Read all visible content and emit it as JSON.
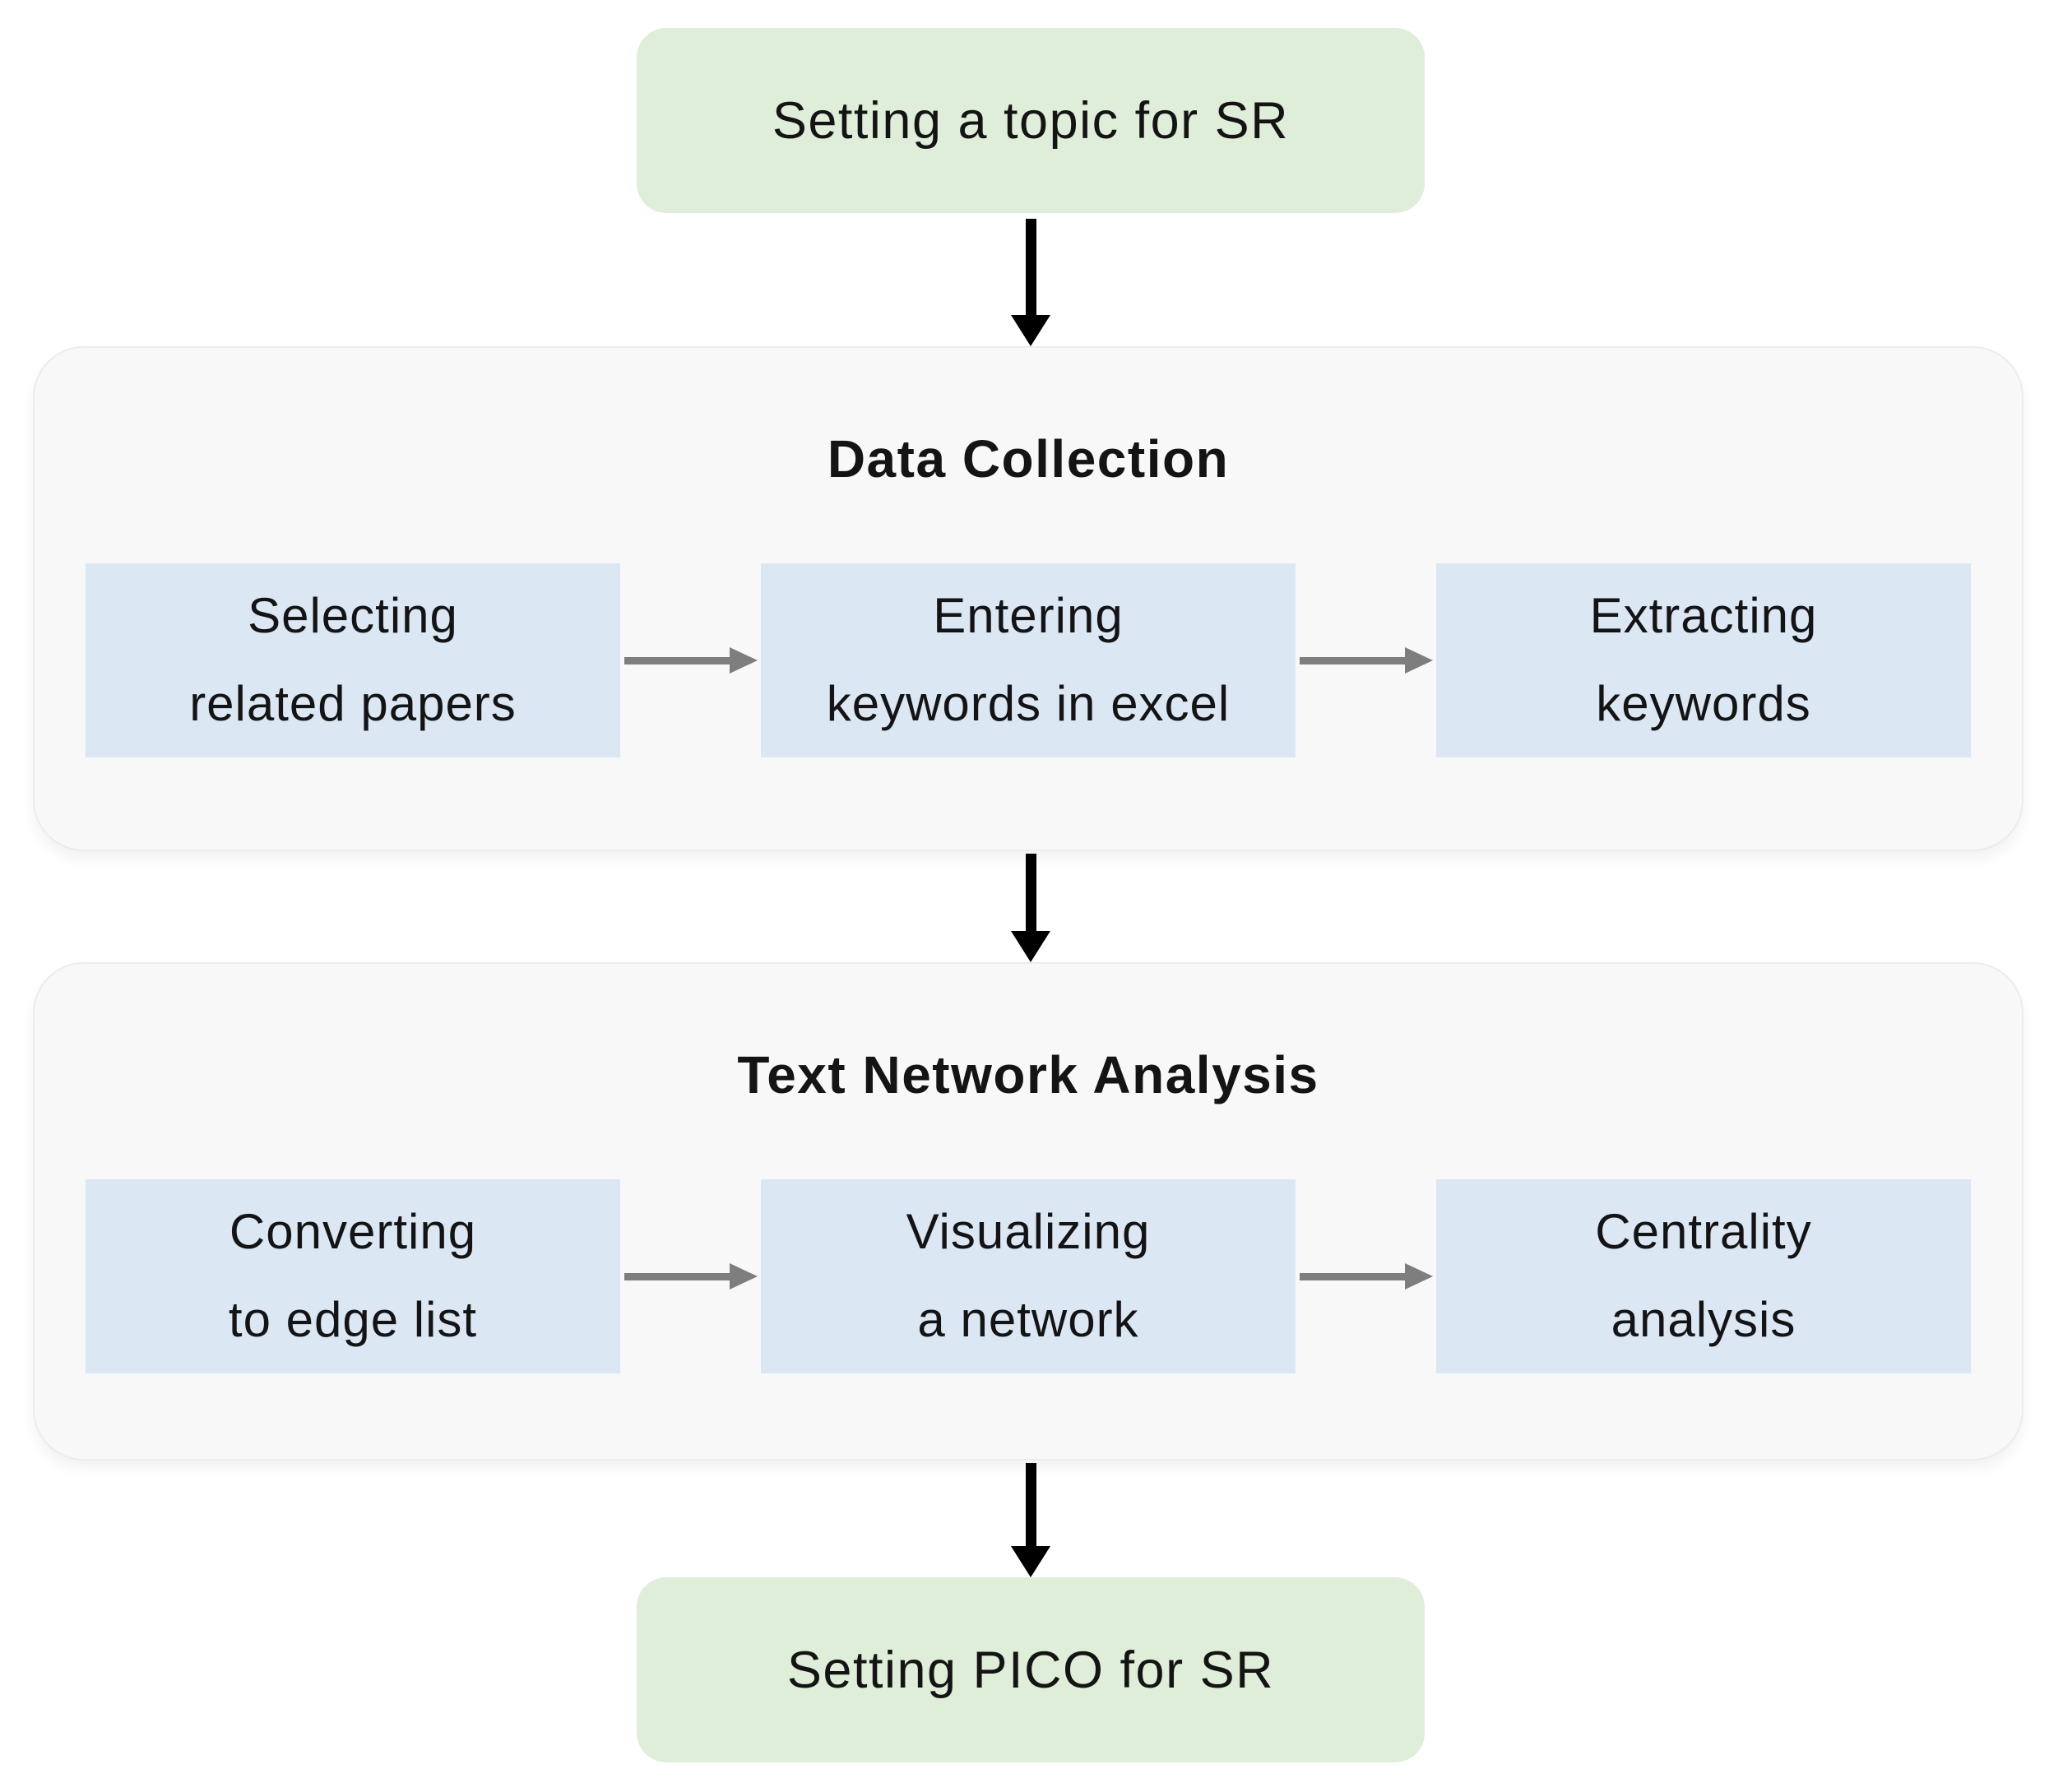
{
  "colors": {
    "terminal_fill": "#dfeed8",
    "step_fill": "#dbe7f3",
    "stage_fill": "#f8f8f8",
    "stage_border": "#ececec",
    "flow_arrow": "#000000",
    "step_arrow": "#7e7e7e",
    "text": "#141414"
  },
  "flow": {
    "start": {
      "label": "Setting a topic for SR"
    },
    "sections": [
      {
        "title": "Data Collection",
        "steps": [
          {
            "line1": "Selecting",
            "line2": "related papers"
          },
          {
            "line1": "Entering",
            "line2": "keywords in excel"
          },
          {
            "line1": "Extracting",
            "line2": "keywords"
          }
        ]
      },
      {
        "title": "Text Network Analysis",
        "steps": [
          {
            "line1": "Converting",
            "line2": "to edge list"
          },
          {
            "line1": "Visualizing",
            "line2": "a network"
          },
          {
            "line1": "Centrality",
            "line2": "analysis"
          }
        ]
      }
    ],
    "end": {
      "label": "Setting PICO for SR"
    }
  }
}
